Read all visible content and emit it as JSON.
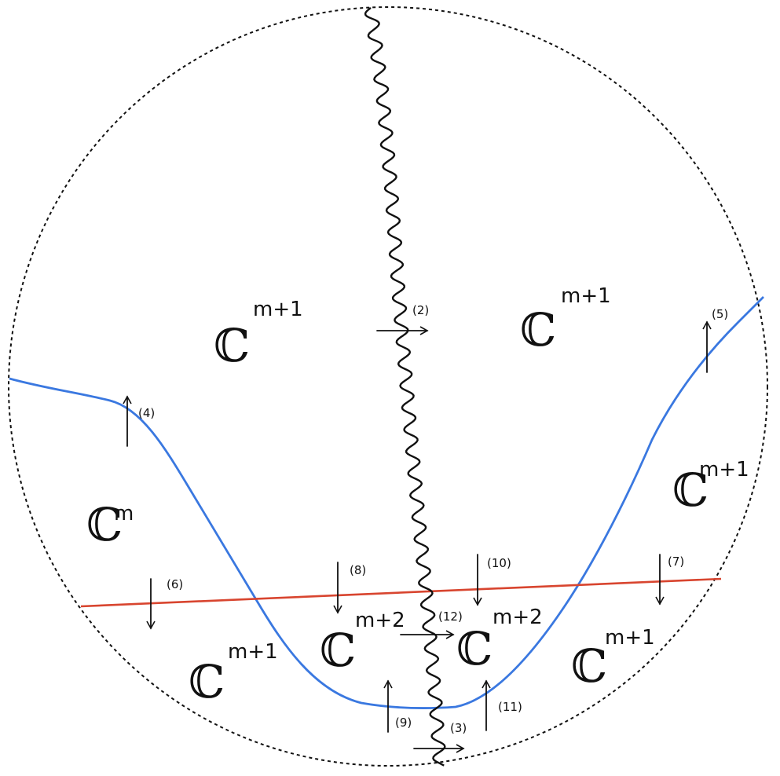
{
  "colors": {
    "boundary": "#111111",
    "wavy_line": "#111111",
    "blue_curve": "#3a78e0",
    "red_line": "#d8452f",
    "ink": "#111111"
  },
  "regions": [
    {
      "base": "ℂ",
      "exp": "m+1"
    },
    {
      "base": "ℂ",
      "exp": "m+1"
    },
    {
      "base": "ℂ",
      "exp": "m"
    },
    {
      "base": "ℂ",
      "exp": "m+1"
    },
    {
      "base": "ℂ",
      "exp": "m+2"
    },
    {
      "base": "ℂ",
      "exp": "m+2"
    },
    {
      "base": "ℂ",
      "exp": "m+1"
    },
    {
      "base": "ℂ",
      "exp": "m+1"
    }
  ],
  "arrows": [
    {
      "label": "(2)",
      "direction": "right"
    },
    {
      "label": "(3)",
      "direction": "right"
    },
    {
      "label": "(4)",
      "direction": "up"
    },
    {
      "label": "(5)",
      "direction": "up"
    },
    {
      "label": "(6)",
      "direction": "down"
    },
    {
      "label": "(7)",
      "direction": "down"
    },
    {
      "label": "(8)",
      "direction": "down"
    },
    {
      "label": "(9)",
      "direction": "up"
    },
    {
      "label": "(10)",
      "direction": "down"
    },
    {
      "label": "(11)",
      "direction": "up"
    },
    {
      "label": "(12)",
      "direction": "right"
    }
  ]
}
